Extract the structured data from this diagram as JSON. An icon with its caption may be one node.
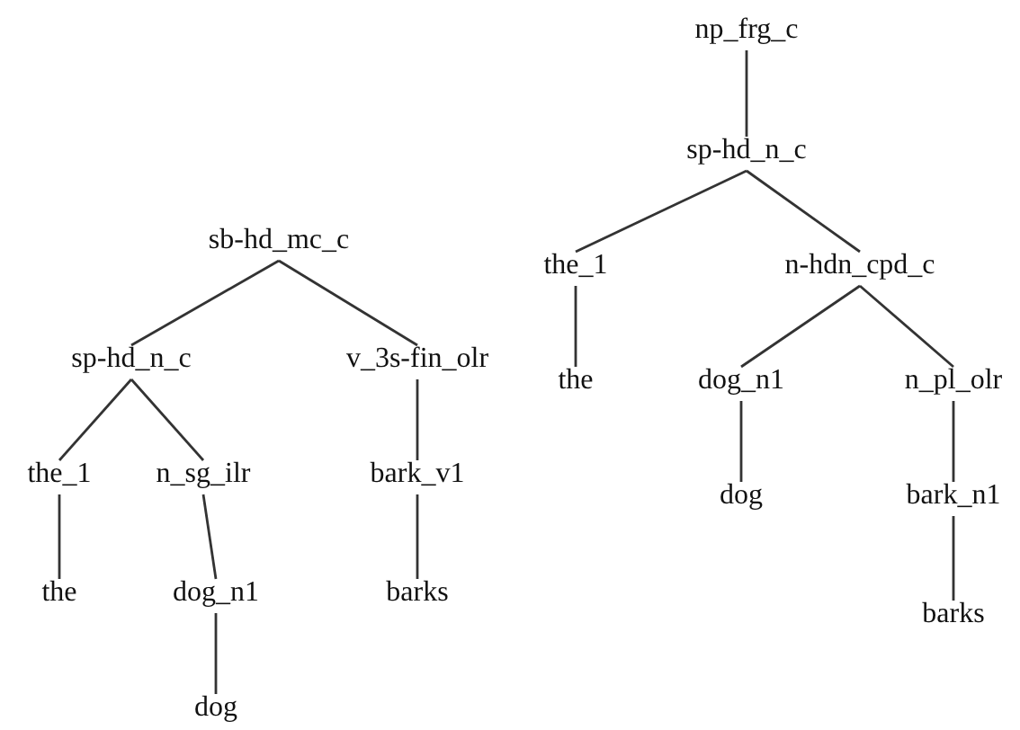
{
  "diagram": {
    "nodes": [
      {
        "text": [
          "sb-hd_mc_c"
        ]
      },
      {
        "text": [
          "sp-hd_n_c"
        ]
      },
      {
        "text": [
          "v_3s-fin_olr"
        ]
      },
      {
        "text": [
          "the_1"
        ]
      },
      {
        "text": [
          "n_sg_ilr"
        ]
      },
      {
        "text": [
          "bark_v1"
        ]
      },
      {
        "text": [
          "the"
        ]
      },
      {
        "text": [
          "dog_n1"
        ]
      },
      {
        "text": [
          "barks"
        ]
      },
      {
        "text": [
          "dog"
        ]
      },
      {
        "text": [
          "np_frg_c"
        ]
      },
      {
        "text": [
          "sp-hd_n_c"
        ]
      },
      {
        "text": [
          "the_1"
        ]
      },
      {
        "text": [
          "n-hdn_cpd_c"
        ]
      },
      {
        "text": [
          "the"
        ]
      },
      {
        "text": [
          "dog_n1"
        ]
      },
      {
        "text": [
          "n_pl_olr"
        ]
      },
      {
        "text": [
          "dog"
        ]
      },
      {
        "text": [
          "bark_n1"
        ]
      },
      {
        "text": [
          "barks"
        ]
      }
    ],
    "edges": [
      {
        "from": 0,
        "to": 1,
        "arrow": "none"
      },
      {
        "from": 0,
        "to": 2,
        "arrow": "none"
      },
      {
        "from": 1,
        "to": 3,
        "arrow": "none"
      },
      {
        "from": 1,
        "to": 4,
        "arrow": "none"
      },
      {
        "from": 2,
        "to": 5,
        "arrow": "none"
      },
      {
        "from": 3,
        "to": 6,
        "arrow": "none"
      },
      {
        "from": 4,
        "to": 7,
        "arrow": "none"
      },
      {
        "from": 5,
        "to": 8,
        "arrow": "none"
      },
      {
        "from": 7,
        "to": 9,
        "arrow": "none"
      },
      {
        "from": 10,
        "to": 11,
        "arrow": "none"
      },
      {
        "from": 11,
        "to": 12,
        "arrow": "none"
      },
      {
        "from": 11,
        "to": 13,
        "arrow": "none"
      },
      {
        "from": 12,
        "to": 14,
        "arrow": "none"
      },
      {
        "from": 13,
        "to": 15,
        "arrow": "none"
      },
      {
        "from": 13,
        "to": 16,
        "arrow": "none"
      },
      {
        "from": 15,
        "to": 17,
        "arrow": "none"
      },
      {
        "from": 16,
        "to": 18,
        "arrow": "none"
      },
      {
        "from": 18,
        "to": 19,
        "arrow": "none"
      }
    ]
  }
}
